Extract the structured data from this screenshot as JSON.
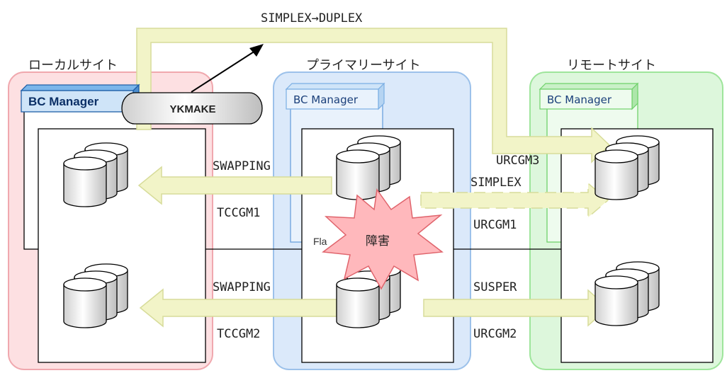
{
  "sites": {
    "local": "ローカルサイト",
    "primary": "プライマリーサイト",
    "remote": "リモートサイト"
  },
  "bc_manager": {
    "local": "BC Manager",
    "primary": "BC Manager",
    "remote": "BC Manager"
  },
  "command": "YKMAKE",
  "transition": "SIMPLEX→DUPLEX",
  "links": {
    "tc1_status": "SWAPPING",
    "tc1_name": "TCCGM1",
    "tc2_status": "SWAPPING",
    "tc2_name": "TCCGM2",
    "ur3_name": "URCGM3",
    "ur1_status": "SIMPLEX",
    "ur1_name": "URCGM1",
    "ur2_status": "SUSPER",
    "ur2_name": "URCGM2"
  },
  "failure_label": "障害",
  "truncated_label": "Fla",
  "colors": {
    "local_fill": "#fde0e2",
    "local_stroke": "#f0a8ae",
    "primary_fill": "#dbe9fa",
    "primary_stroke": "#9cc1ea",
    "remote_fill": "#ddf7dc",
    "remote_stroke": "#9ee59b",
    "arrow_fill": "#f2f4c8",
    "arrow_stroke": "#d7dc9a",
    "burst_fill": "#ffb8bc",
    "burst_stroke": "#e0646c"
  }
}
